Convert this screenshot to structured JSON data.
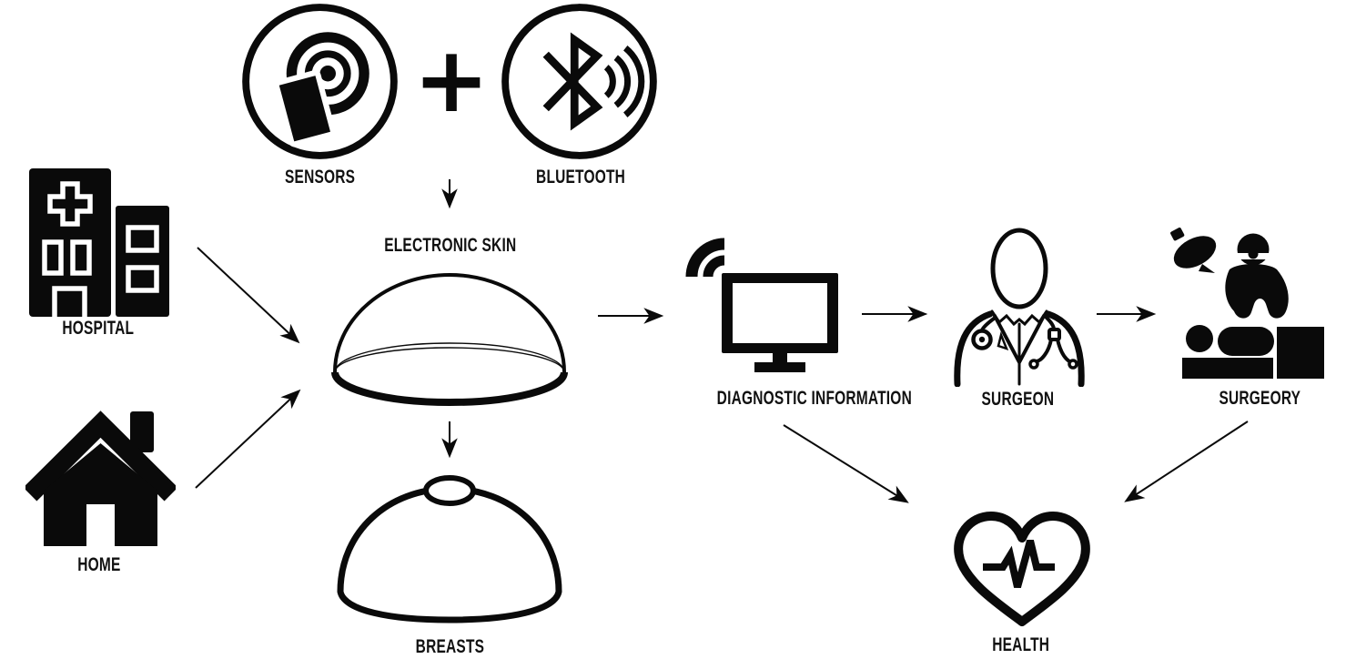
{
  "colors": {
    "ink": "#0a0a0a",
    "background": "#ffffff"
  },
  "operator": {
    "plus": "+"
  },
  "nodes": {
    "sensors": {
      "label": "SENSORS",
      "icon": "sensor-tag-icon"
    },
    "bluetooth": {
      "label": "BLUETOOTH",
      "icon": "bluetooth-icon"
    },
    "electronic_skin": {
      "label": "ELECTRONIC SKIN",
      "icon": "dome-icon"
    },
    "breasts": {
      "label": "BREASTS",
      "icon": "breast-dome-icon"
    },
    "hospital": {
      "label": "HOSPITAL",
      "icon": "hospital-building-icon"
    },
    "home": {
      "label": "HOME",
      "icon": "house-icon"
    },
    "diagnostic_information": {
      "label": "DIAGNOSTIC INFORMATION",
      "icon": "wireless-monitor-icon"
    },
    "surgeon": {
      "label": "SURGEON",
      "icon": "doctor-icon"
    },
    "surgery": {
      "label": "SURGEORY",
      "icon": "operation-icon"
    },
    "health": {
      "label": "HEALTH",
      "icon": "heartbeat-heart-icon"
    }
  },
  "edges": [
    {
      "from": "sensors_plus_bluetooth",
      "to": "electronic_skin"
    },
    {
      "from": "hospital",
      "to": "electronic_skin"
    },
    {
      "from": "home",
      "to": "electronic_skin"
    },
    {
      "from": "electronic_skin",
      "to": "breasts"
    },
    {
      "from": "electronic_skin",
      "to": "diagnostic_information"
    },
    {
      "from": "diagnostic_information",
      "to": "surgeon"
    },
    {
      "from": "surgeon",
      "to": "surgery"
    },
    {
      "from": "diagnostic_information",
      "to": "health"
    },
    {
      "from": "surgery",
      "to": "health"
    }
  ]
}
